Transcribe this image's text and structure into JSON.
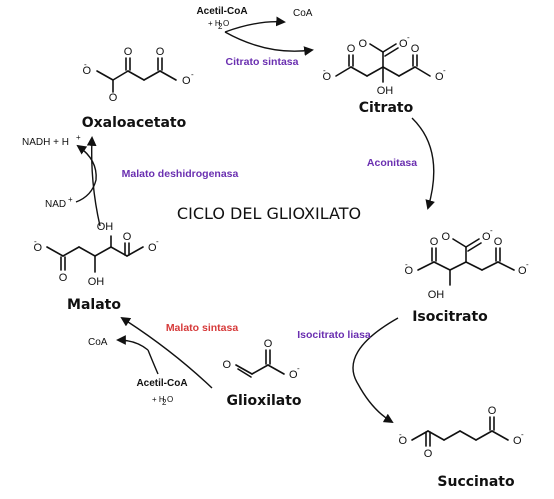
{
  "title": "CICLO DEL GLIOXILATO",
  "compounds": {
    "oxaloacetate": "Oxaloacetato",
    "citrate": "Citrato",
    "isocitrate": "Isocitrato",
    "succinate": "Succinato",
    "glyoxylate": "Glioxilato",
    "malate": "Malato"
  },
  "enzymes": {
    "citrate_synthase": "Citrato sintasa",
    "aconitase": "Aconitasa",
    "isocitrate_lyase": "Isocitrato liasa",
    "malate_synthase": "Malato sintasa",
    "malate_dehydrogenase": "Malato deshidrogenasa"
  },
  "cofactors": {
    "acetyl_coa_top": "Acetil-CoA",
    "water_top_plus": "+ H",
    "water_top_sub": "2",
    "water_top_o": "O",
    "coa_top": "CoA",
    "nadh": "NADH + H",
    "nadh_sup": "+",
    "nad": "NAD",
    "nad_sup": "+",
    "coa_bottom": "CoA",
    "acetyl_coa_bottom": "Acetil-CoA",
    "water_bottom_plus": "+ H",
    "water_bottom_sub": "2",
    "water_bottom_o": "O"
  },
  "atoms": {
    "o": "O",
    "o_minus": "O",
    "minus": "-",
    "oh": "OH"
  },
  "colors": {
    "purple": "#6a2fb0",
    "red": "#d63a3a",
    "ink": "#111111"
  }
}
